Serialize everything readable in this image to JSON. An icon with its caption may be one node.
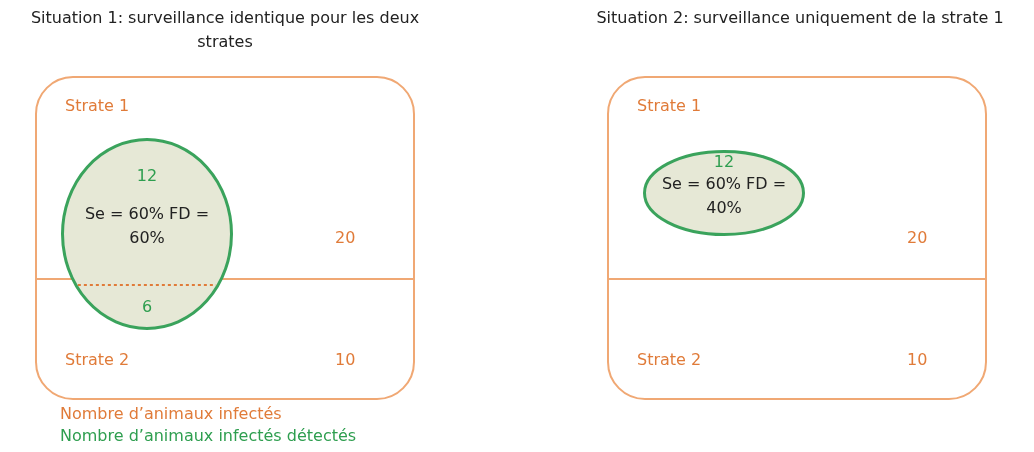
{
  "diagram": {
    "nodes": [
      {
        "text": [
          "Situation 1: surveillance identique pour les deux strates"
        ]
      },
      {
        "text": [
          "Strate 1",
          "20"
        ],
        "in": 0
      },
      {
        "text": [
          "Strate 2",
          "10"
        ],
        "in": 0
      },
      {
        "text": [
          "12",
          "Se = 60% FD = 60%",
          "6"
        ],
        "in": 0
      },
      {
        "text": [
          "Situation 2: surveillance uniquement de la strate 1"
        ]
      },
      {
        "text": [
          "Strate 1",
          "20"
        ],
        "in": 4
      },
      {
        "text": [
          "12",
          "Se = 60% FD = 40%"
        ],
        "in": 5
      },
      {
        "text": [
          "Strate 2",
          "10"
        ],
        "in": 4
      }
    ],
    "edges": [],
    "labels": [
      "Nombre d’animaux infectés",
      "Nombre d’animaux infectés détectés"
    ]
  }
}
